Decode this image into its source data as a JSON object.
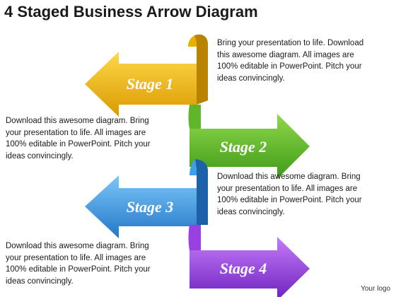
{
  "title": "4 Staged Business Arrow Diagram",
  "stages": [
    {
      "label": "Stage 1",
      "color": "#f0b400",
      "dark": "#a87a00",
      "direction": "left"
    },
    {
      "label": "Stage 2",
      "color": "#5fb62a",
      "dark": "#2f7a10",
      "direction": "right"
    },
    {
      "label": "Stage 3",
      "color": "#3fa0e8",
      "dark": "#1d62a8",
      "direction": "left"
    },
    {
      "label": "Stage 4",
      "color": "#9a3fe0",
      "dark": "#5e1a9a",
      "direction": "right"
    }
  ],
  "descriptions": [
    "Bring your presentation to life. Download\nthis awesome  diagram. All images are\n100% editable in PowerPoint.  Pitch your\nideas convincingly.",
    "Download this awesome  diagram. Bring\nyour presentation to life. All images are\n100% editable in PowerPoint.  Pitch your\nideas convincingly.",
    "Download this awesome  diagram. Bring\nyour presentation to life. All images are\n100% editable in PowerPoint.  Pitch your\nideas convincingly.",
    "Download this awesome  diagram. Bring\nyour presentation to life. All images are\n100% editable in PowerPoint.  Pitch your\nideas convincingly."
  ],
  "logo": "Your logo"
}
